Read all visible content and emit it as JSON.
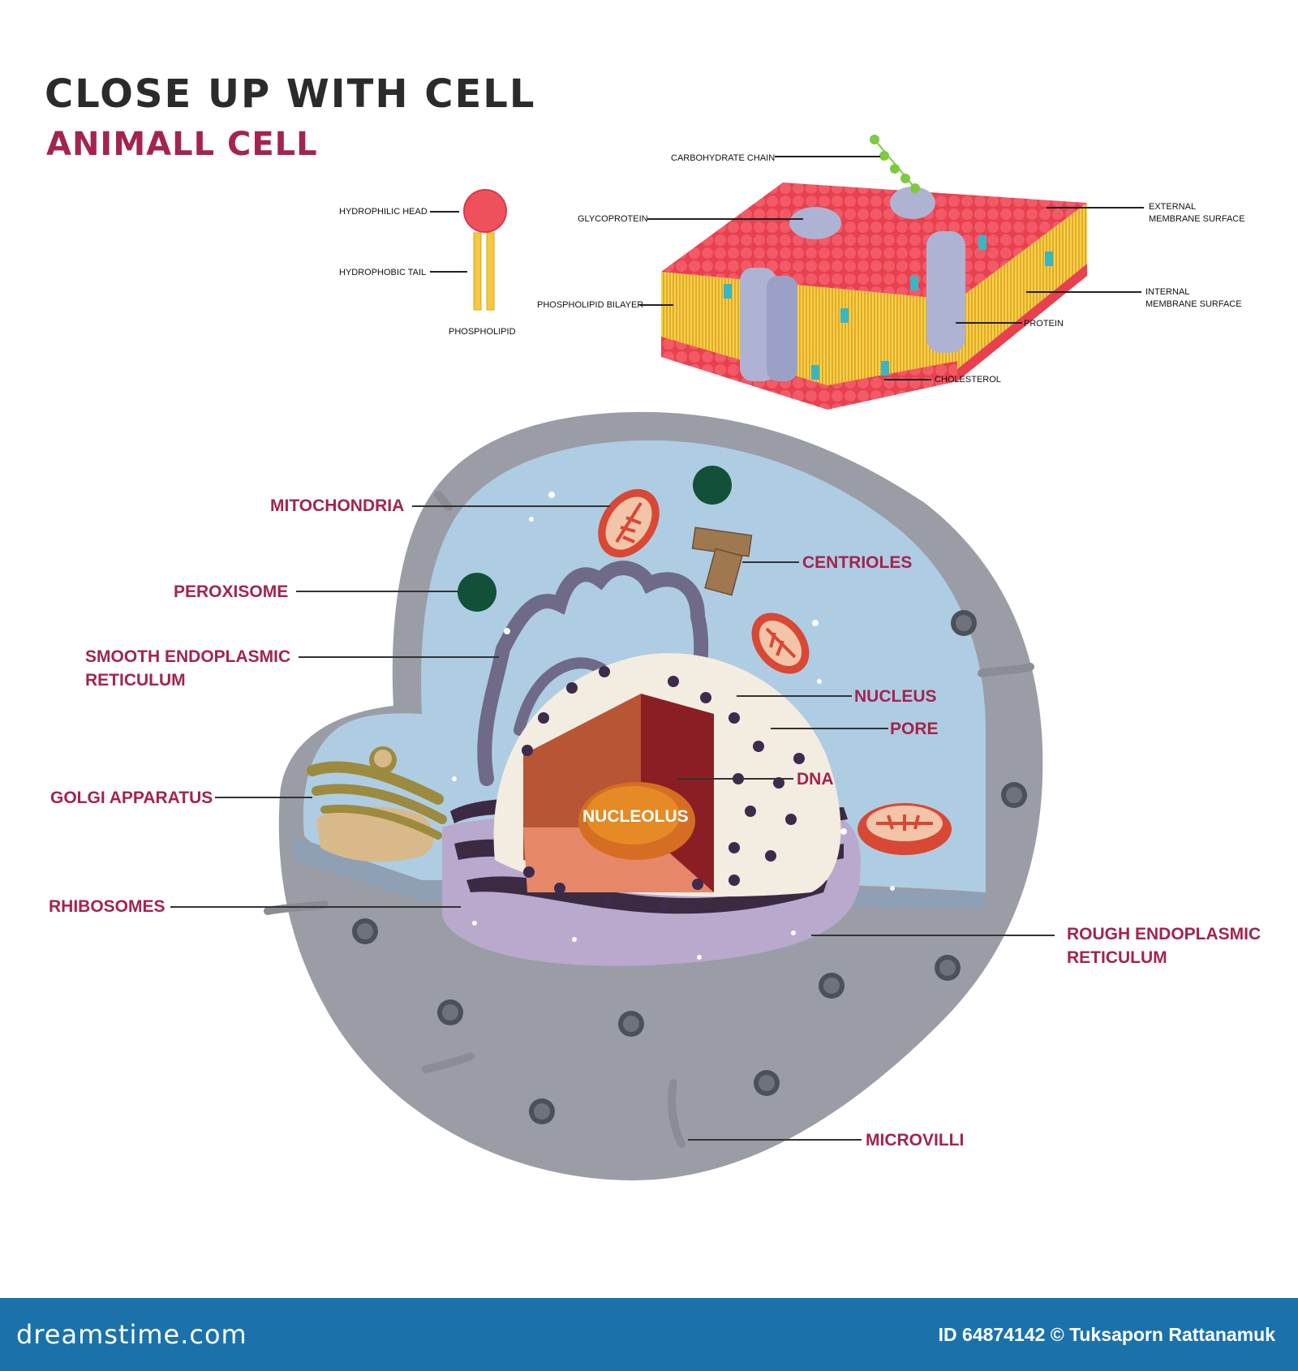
{
  "header": {
    "title": "CLOSE UP WITH CELL",
    "subtitle": "ANIMALL CELL"
  },
  "phospholipid": {
    "head_label": "HYDROPHILIC HEAD",
    "tail_label": "HYDROPHOBIC TAIL",
    "caption": "PHOSPHOLIPID"
  },
  "membrane": {
    "carbohydrate_chain": "CARBOHYDRATE CHAIN",
    "glycoprotein": "GLYCOPROTEIN",
    "phospholipid_bilayer": "PHOSPHOLIPID BILAYER",
    "external_surface": [
      "EXTERNAL",
      "MEMBRANE SURFACE"
    ],
    "internal_surface": [
      "INTERNAL",
      "MEMBRANE SURFACE"
    ],
    "protein": "PROTEIN",
    "cholesterol": "CHOLESTEROL"
  },
  "cell": {
    "mitochondria": "MITOCHONDRIA",
    "centrioles": "CENTRIOLES",
    "peroxisome": "PEROXISOME",
    "smooth_er": [
      "SMOOTH ENDOPLASMIC",
      "RETICULUM"
    ],
    "nucleus": "NUCLEUS",
    "pore": "PORE",
    "dna": "DNA",
    "nucleolus": "NUCLEOLUS",
    "golgi": "GOLGI APPARATUS",
    "ribosomes": "RHIBOSOMES",
    "rough_er": [
      "ROUGH ENDOPLASMIC",
      "RETICULUM"
    ],
    "microvilli": "MICROVILLI"
  },
  "footer": {
    "brand": "dreamstime.com",
    "credit": "ID 64874142 © Tuksaporn Rattanamuk"
  },
  "colors": {
    "accent": "#a3244d",
    "footer": "#1b72aa",
    "cytoplasm": "#aecde3",
    "cell_wall": "#9a9da6",
    "membrane_head": "#f0505e",
    "membrane_tail": "#f4c842"
  }
}
